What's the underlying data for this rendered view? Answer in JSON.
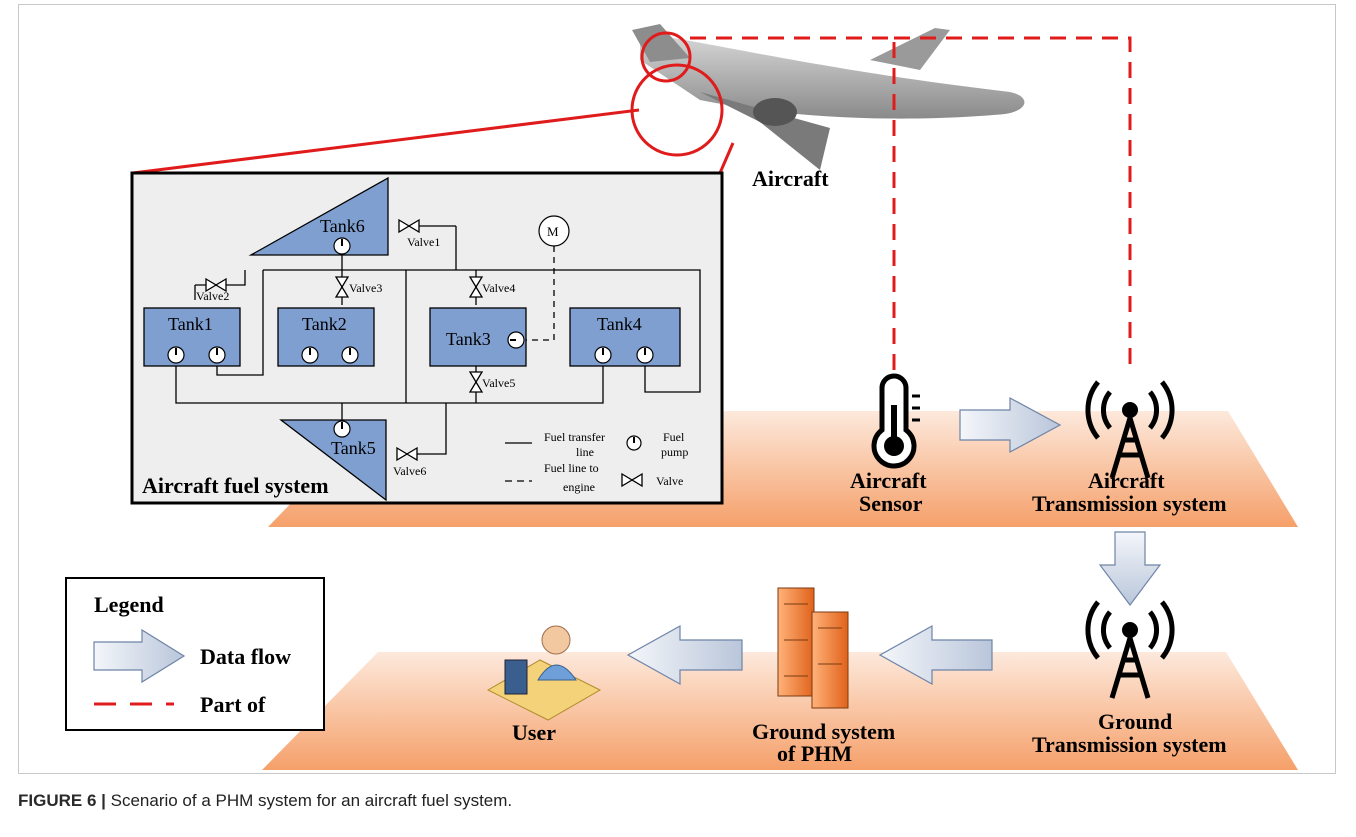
{
  "caption": {
    "figure_label": "FIGURE 6 |",
    "text": " Scenario of a PHM system for an aircraft fuel system."
  },
  "nodes": {
    "aircraft": "Aircraft",
    "sensor_line1": "Aircraft",
    "sensor_line2": "Sensor",
    "air_tx_line1": "Aircraft",
    "air_tx_line2": "Transmission system",
    "ground_tx_line1": "Ground",
    "ground_tx_line2": "Transmission system",
    "phm_line1": "Ground system",
    "phm_line2": "of PHM",
    "user": "User"
  },
  "fuel_system": {
    "title": "Aircraft fuel system",
    "tanks": [
      "Tank1",
      "Tank2",
      "Tank3",
      "Tank4",
      "Tank5",
      "Tank6"
    ],
    "valves": [
      "Valve1",
      "Valve2",
      "Valve3",
      "Valve4",
      "Valve5",
      "Valve6"
    ],
    "motor": "M",
    "key": {
      "transfer_line_1": "Fuel transfer",
      "transfer_line_2": "line",
      "engine_line_1": "Fuel line to",
      "engine_line_2": "engine",
      "pump_1": "Fuel",
      "pump_2": "pump",
      "valve": "Valve"
    }
  },
  "legend": {
    "title": "Legend",
    "data_flow": "Data flow",
    "part_of": "Part of"
  },
  "colors": {
    "part_of_line": "#e01b1b",
    "tank_fill": "#7f9fd1",
    "platform": "#f7b183",
    "arrow_fill": "#d6e0ee",
    "server": "#f07a2a"
  }
}
